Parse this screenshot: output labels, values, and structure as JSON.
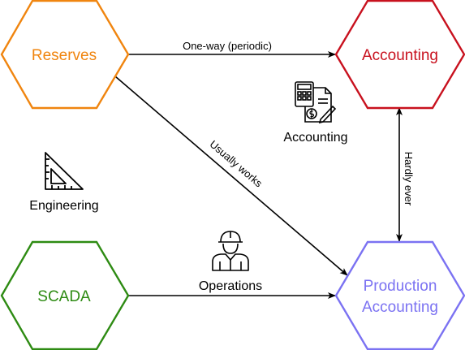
{
  "nodes": {
    "reserves": {
      "label": "Reserves",
      "color": "#f0850f"
    },
    "accounting": {
      "label": "Accounting",
      "color": "#c8111e"
    },
    "scada": {
      "label": "SCADA",
      "color": "#2e8b13"
    },
    "production_accounting": {
      "line1": "Production",
      "line2": "Accounting",
      "color": "#7b72f2"
    }
  },
  "edges": {
    "reserves_to_accounting": {
      "label": "One-way (periodic)",
      "direction": "one-way"
    },
    "reserves_to_production": {
      "label": "Usually works",
      "direction": "one-way"
    },
    "accounting_production": {
      "label": "Hardly ever",
      "direction": "two-way"
    },
    "scada_to_production": {
      "label": "",
      "direction": "one-way"
    }
  },
  "icons": {
    "accounting": {
      "icon": "calculator-document-icon",
      "label": "Accounting"
    },
    "engineering": {
      "icon": "set-square-icon",
      "label": "Engineering"
    },
    "operations": {
      "icon": "hard-hat-worker-icon",
      "label": "Operations"
    }
  }
}
